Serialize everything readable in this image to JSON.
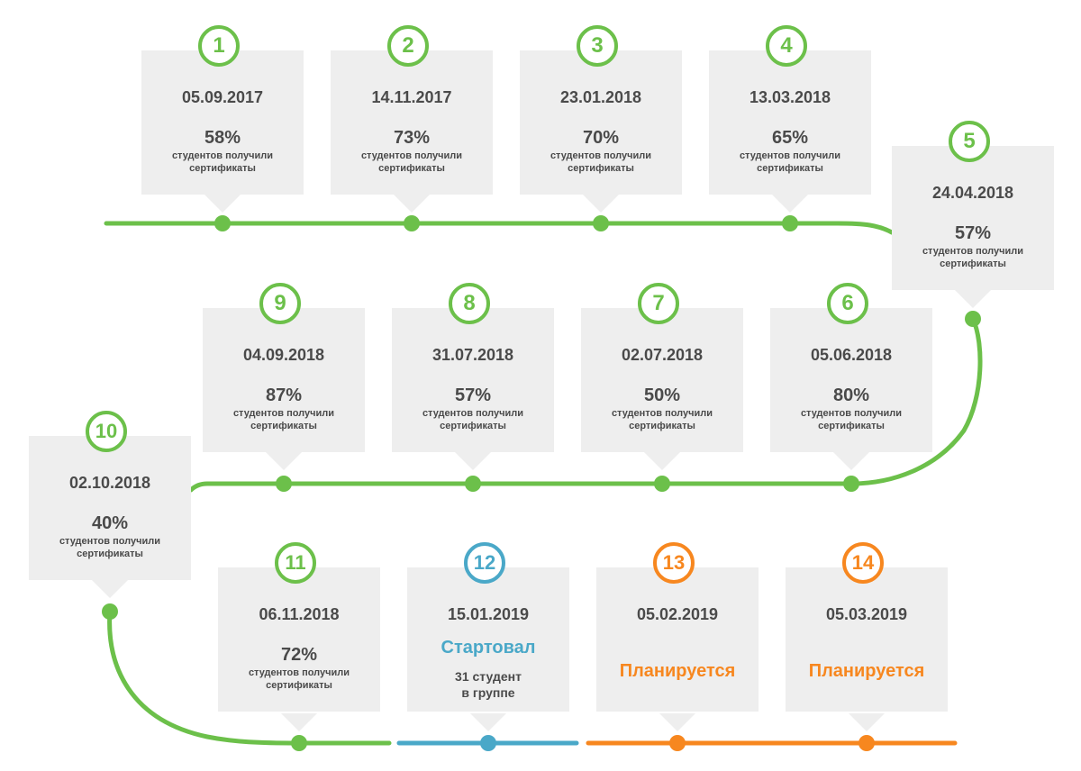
{
  "colors": {
    "green": "#6cc04a",
    "blue": "#4aa8c8",
    "orange": "#f7871f",
    "card": "#eeeeee",
    "text": "#4a4a4a"
  },
  "milestones": [
    {
      "num": "1",
      "date": "05.09.2017",
      "percent": "58%",
      "desc_line1": "студентов получили",
      "desc_line2": "сертификаты"
    },
    {
      "num": "2",
      "date": "14.11.2017",
      "percent": "73%",
      "desc_line1": "студентов получили",
      "desc_line2": "сертификаты"
    },
    {
      "num": "3",
      "date": "23.01.2018",
      "percent": "70%",
      "desc_line1": "студентов получили",
      "desc_line2": "сертификаты"
    },
    {
      "num": "4",
      "date": "13.03.2018",
      "percent": "65%",
      "desc_line1": "студентов получили",
      "desc_line2": "сертификаты"
    },
    {
      "num": "5",
      "date": "24.04.2018",
      "percent": "57%",
      "desc_line1": "студентов получили",
      "desc_line2": "сертификаты"
    },
    {
      "num": "6",
      "date": "05.06.2018",
      "percent": "80%",
      "desc_line1": "студентов получили",
      "desc_line2": "сертификаты"
    },
    {
      "num": "7",
      "date": "02.07.2018",
      "percent": "50%",
      "desc_line1": "студентов получили",
      "desc_line2": "сертификаты"
    },
    {
      "num": "8",
      "date": "31.07.2018",
      "percent": "57%",
      "desc_line1": "студентов получили",
      "desc_line2": "сертификаты"
    },
    {
      "num": "9",
      "date": "04.09.2018",
      "percent": "87%",
      "desc_line1": "студентов получили",
      "desc_line2": "сертификаты"
    },
    {
      "num": "10",
      "date": "02.10.2018",
      "percent": "40%",
      "desc_line1": "студентов получили",
      "desc_line2": "сертификаты"
    },
    {
      "num": "11",
      "date": "06.11.2018",
      "percent": "72%",
      "desc_line1": "студентов получили",
      "desc_line2": "сертификаты"
    },
    {
      "num": "12",
      "date": "15.01.2019",
      "status": "Стартовал",
      "sub_line1": "31 студент",
      "sub_line2": "в группе"
    },
    {
      "num": "13",
      "date": "05.02.2019",
      "status": "Планируется"
    },
    {
      "num": "14",
      "date": "05.03.2019",
      "status": "Планируется"
    }
  ]
}
